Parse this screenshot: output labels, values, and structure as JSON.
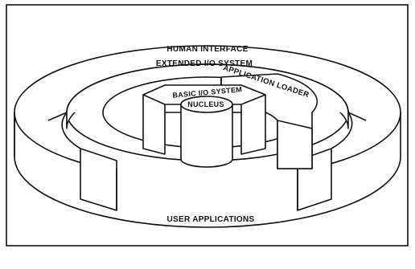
{
  "diagram": {
    "labels": {
      "human_interface": "HUMAN INTERFACE",
      "extended_io": "EXTENDED I/O SYSTEM",
      "application_loader": "APPLICATION LOADER",
      "basic_io": "BASIC I/O SYSTEM",
      "nucleus": "NUCLEUS",
      "user_applications": "USER APPLICATIONS"
    }
  }
}
